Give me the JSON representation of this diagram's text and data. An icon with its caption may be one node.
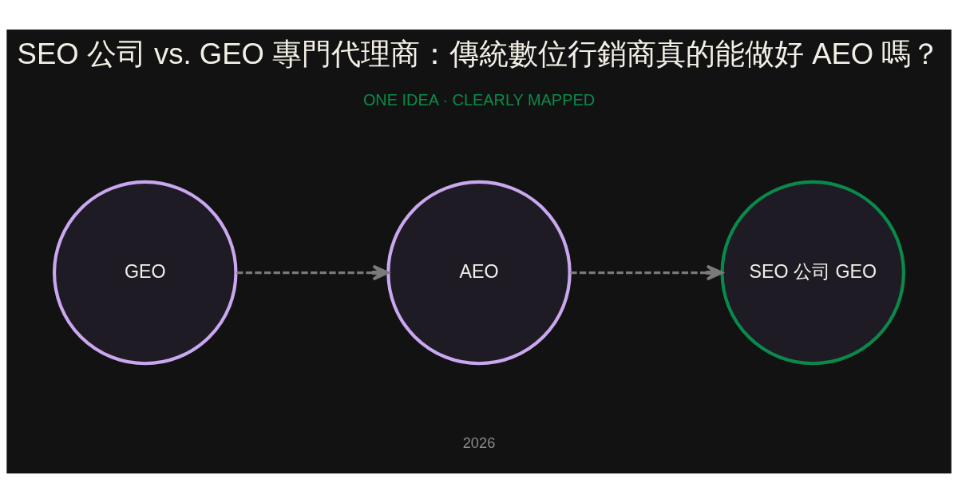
{
  "diagram": {
    "title": "SEO 公司 vs. GEO 專門代理商：傳統數位行銷商真的能做好 AEO 嗎？",
    "nodes": [
      {
        "text": [
          "GEO"
        ]
      },
      {
        "text": [
          "AEO"
        ]
      },
      {
        "text": [
          "SEO 公司 GEO"
        ]
      }
    ],
    "edges": [
      {
        "from": 0,
        "to": 1,
        "arrow": "to",
        "style": "dashed"
      },
      {
        "from": 1,
        "to": 2,
        "arrow": "to",
        "style": "dashed"
      }
    ],
    "labels": [
      "ONE IDEA · CLEARLY MAPPED",
      "2026"
    ]
  }
}
